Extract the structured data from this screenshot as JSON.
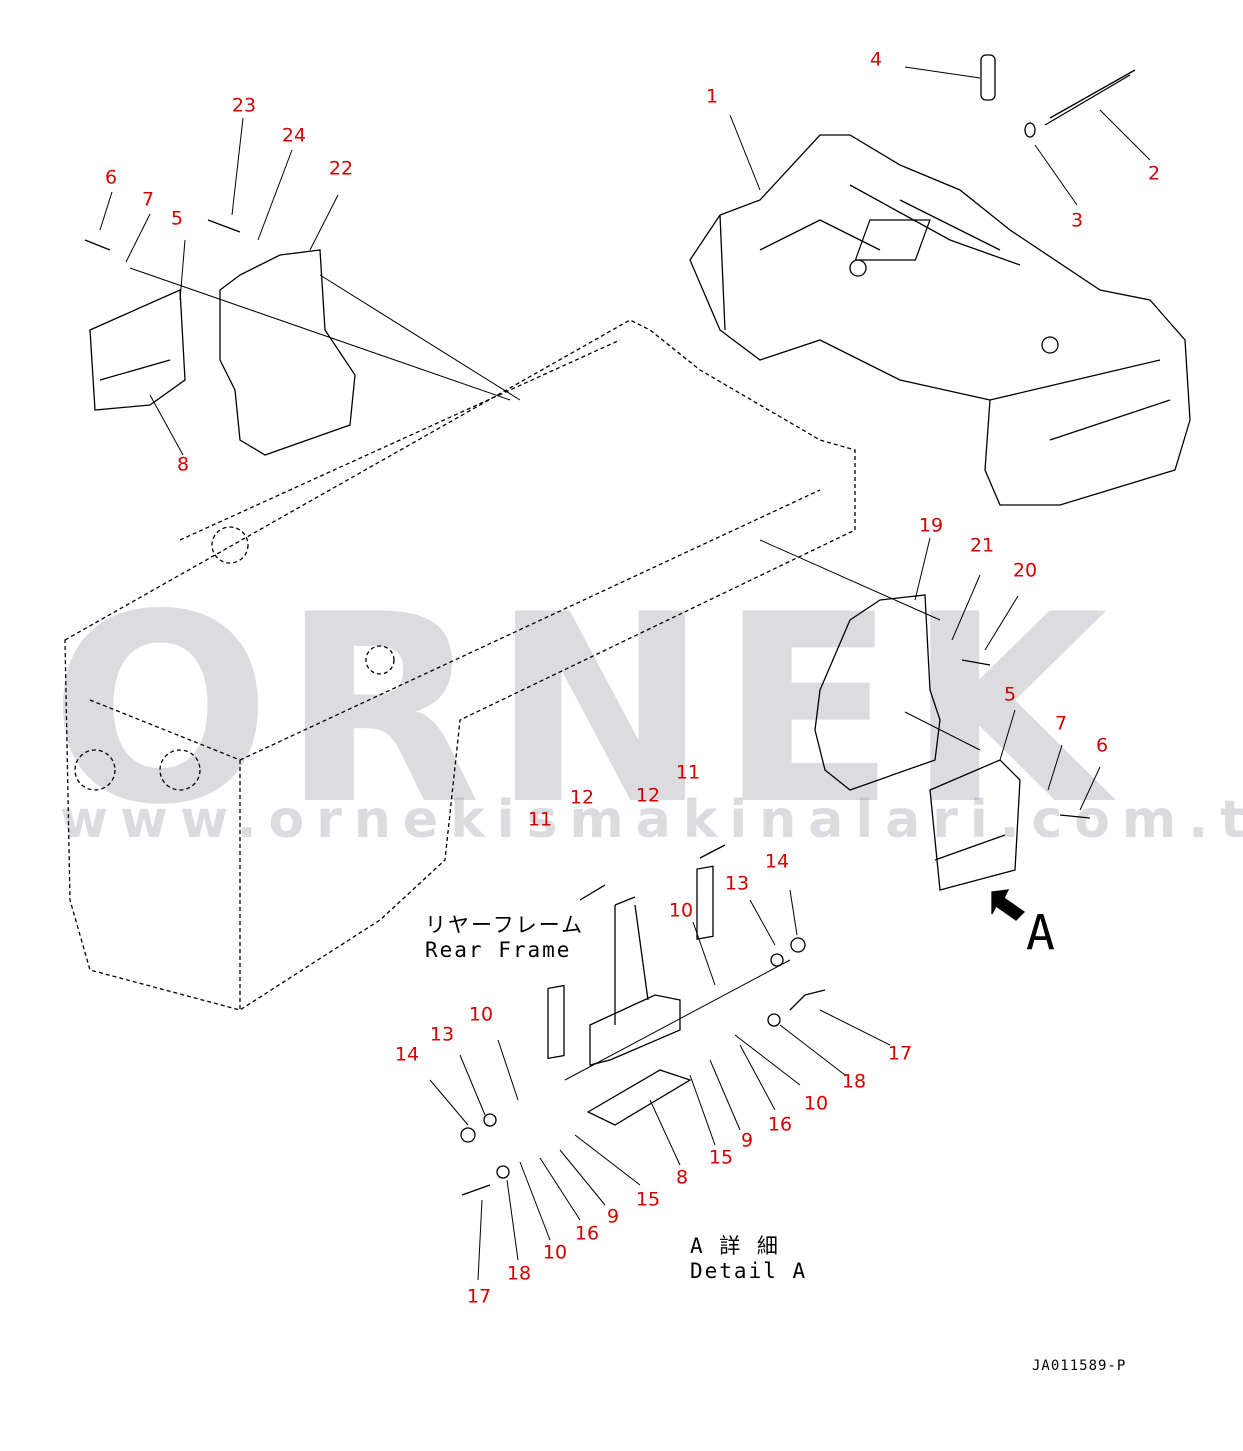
{
  "watermark": {
    "brand": "ORNEK",
    "url": "www.ornekismakinalari.com.tr"
  },
  "labels": {
    "rear_frame_jp": "リヤーフレーム",
    "rear_frame_en": "Rear Frame",
    "detail_jp": "A 詳 細",
    "detail_en": "Detail A",
    "view_letter": "A",
    "drawing_id": "JA011589-P"
  },
  "colors": {
    "callout": "#d40000",
    "line": "#000000",
    "watermark": "#9691a0"
  },
  "callouts": [
    "4",
    "1",
    "2",
    "3",
    "23",
    "24",
    "22",
    "6",
    "7",
    "5",
    "8",
    "19",
    "21",
    "20",
    "5",
    "7",
    "6",
    "11",
    "12",
    "12",
    "11",
    "14",
    "13",
    "10",
    "10",
    "13",
    "14",
    "17",
    "18",
    "10",
    "16",
    "9",
    "15",
    "8",
    "15",
    "9",
    "16",
    "10",
    "18",
    "17"
  ]
}
